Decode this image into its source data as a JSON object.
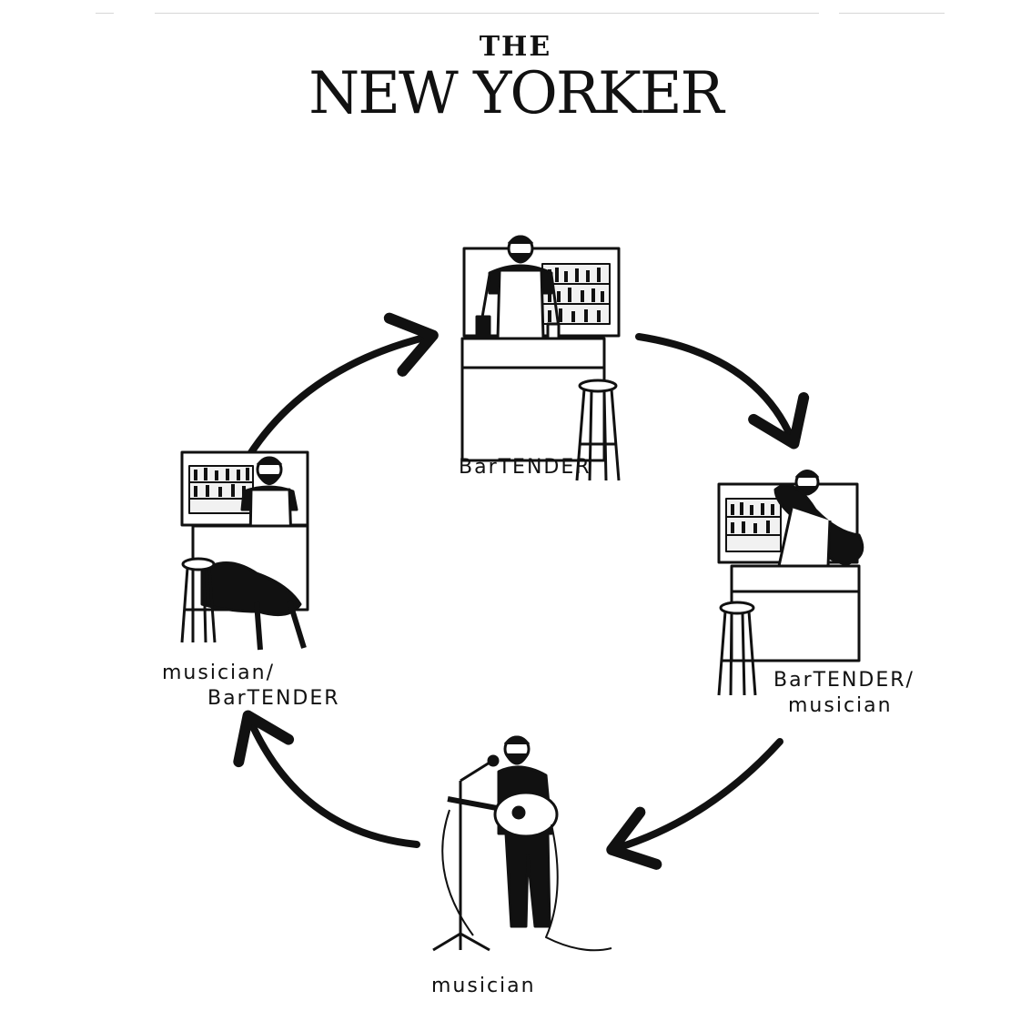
{
  "masthead": {
    "the": "THE",
    "name": "NEW YORKER"
  },
  "cycle": {
    "bartender": "BarTENDER",
    "bartender_musician_line1": "BarTENDER/",
    "bartender_musician_line2": "musician",
    "musician": "musician",
    "musician_bartender_line1": "musician/",
    "musician_bartender_line2": "BarTENDER"
  },
  "icons": {
    "arrows": "curved-arrow-icon",
    "figures": "bearded-man-illustration"
  },
  "colors": {
    "ink": "#111111",
    "background": "#ffffff"
  }
}
